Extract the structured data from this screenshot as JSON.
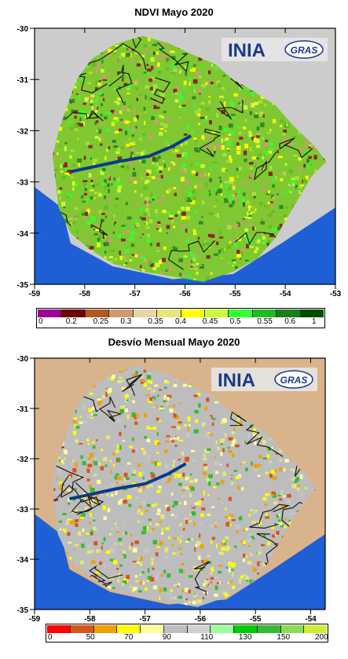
{
  "panels": [
    {
      "title": "NDVI Mayo 2020",
      "logo": {
        "main": "INIA",
        "secondary": "GRAS"
      },
      "y_ticks": [
        "-30",
        "-31",
        "-32",
        "-33",
        "-34",
        "-35"
      ],
      "x_ticks": [
        "-59",
        "-58",
        "-57",
        "-56",
        "-55",
        "-54",
        "-53"
      ],
      "legend": {
        "colors": [
          "#9b009b",
          "#6e0000",
          "#b05a1e",
          "#cf9a73",
          "#e8d4a8",
          "#e6e67a",
          "#ffff00",
          "#ccff33",
          "#33ff33",
          "#22bb22",
          "#1a7f1a",
          "#004d00"
        ],
        "labels": [
          "0",
          "0.2",
          "0.25",
          "0.3",
          "0.35",
          "0.4",
          "0.45",
          "0.5",
          "0.55",
          "0.6",
          "1"
        ]
      },
      "colors": {
        "background": "#cccccc",
        "water": "#1f5fd6",
        "land_base": "#7fc832",
        "rivers": "#1a1a1a"
      }
    },
    {
      "title": "Desvío Mensual Mayo 2020",
      "logo": {
        "main": "INIA",
        "secondary": "GRAS"
      },
      "y_ticks": [
        "-30",
        "-31",
        "-32",
        "-33",
        "-34",
        "-35"
      ],
      "x_ticks": [
        "-59",
        "-58",
        "-57",
        "-56",
        "-55",
        "-54"
      ],
      "legend": {
        "colors": [
          "#ff0000",
          "#d9541a",
          "#f0a000",
          "#ffff00",
          "#ffff99",
          "#bfbfbf",
          "#d0d0d0",
          "#99ff99",
          "#00cc00",
          "#33bb33",
          "#88dd55",
          "#ccee33"
        ],
        "labels": [
          "0",
          "50",
          "70",
          "90",
          "110",
          "130",
          "150",
          "200"
        ]
      },
      "colors": {
        "background": "#d9b38c",
        "water": "#1f5fd6",
        "land_base": "#bdbdbd",
        "rivers": "#1a1a1a"
      }
    }
  ]
}
